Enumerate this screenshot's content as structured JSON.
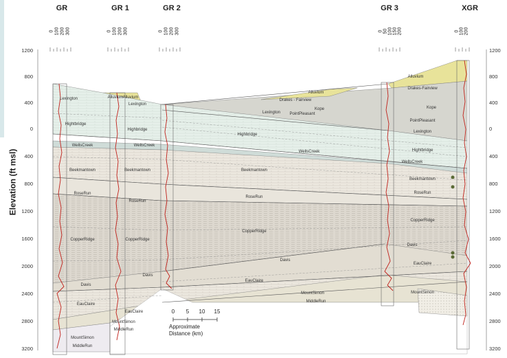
{
  "title": "",
  "y_axis": {
    "label": "Elevation (ft msl)",
    "left_ticks": [
      "1200",
      "800",
      "400",
      "0",
      "400",
      "800",
      "1200",
      "1600",
      "2000",
      "2400",
      "2800",
      "3200"
    ],
    "right_ticks": [
      "1200",
      "800",
      "400",
      "0",
      "400",
      "800",
      "1200",
      "1600",
      "2000",
      "2400",
      "2800",
      "3200"
    ]
  },
  "logs": [
    {
      "name": "GR",
      "scale": [
        "0",
        "100",
        "200",
        "300"
      ]
    },
    {
      "name": "GR 1",
      "scale": [
        "0",
        "100",
        "200",
        "300"
      ]
    },
    {
      "name": "GR 2",
      "scale": [
        "0",
        "100",
        "200",
        "300"
      ]
    },
    {
      "name": "GR 3",
      "scale": [
        "0",
        "50",
        "100",
        "150",
        "200"
      ]
    },
    {
      "name": "XGR",
      "scale": [
        "0",
        "100",
        "200"
      ]
    }
  ],
  "scale_bar": {
    "ticks": [
      "0",
      "5",
      "10",
      "15"
    ],
    "label_line1": "Approximate",
    "label_line2": "Distance (km)"
  },
  "units": {
    "lexington": "Lexington",
    "alluvium": "Alluvium",
    "alluvium_b": "Alluvium",
    "lexington_2": "Lexington",
    "lexington_3": "Lexington",
    "hightbridge_1": "Hightbridge",
    "highbridge_2": "Highbridge",
    "highbridge_3": "Highbridge",
    "wellscreek_1": "WellsCreek",
    "wellscreek_2": "WellsCreek",
    "wellscreek_3": "WellsCreek",
    "wellscreek_4": "WellsCreek",
    "beekmantown_1": "Beekmantown",
    "beekmantown_2": "Beekmantown",
    "beekmantown_3": "Beekmantown",
    "beekmantown_4": "Beekmantown",
    "roserun_1": "RoseRun",
    "roserun_2": "RoseRun",
    "roserun_3": "RoseRun",
    "roserun_4": "RoseRun",
    "copperridge_1": "CopperRidge",
    "copperridge_2": "CopperRidge",
    "copperridge_3": "CopperRidge",
    "copperridge_4": "CopperRidge",
    "davis_1": "Davis",
    "davis_2": "Davis",
    "davis_3": "Davis",
    "davis_4": "Davis",
    "eauclaire_1": "EauClaire",
    "eauclaire_2": "EauClaire",
    "eauclaire_3": "EauClaire",
    "eauclaire_4": "EauClaire",
    "mountsimon_1": "MountSimon",
    "mountsimon_2": "MountSimon",
    "mountsimon_3": "MountSimon",
    "mountsimon_4": "MountSimon",
    "middlerun_1": "MiddleRun",
    "middlerun_2": "MiddleRun",
    "middlerun_3": "MiddleRun",
    "alluvium_xgr": "Alluvium",
    "drakes_fairview": "Drakes-Fairview",
    "drakes_fairview_2": "Drakes - Fairview",
    "alluvium_top": "Alluvium",
    "kope_1": "Kope",
    "kope_2": "Kope",
    "pointpleasant_1": "PointPleasant",
    "pointpleasant_2": "PointPleasant",
    "lexington_xgr": "Lexington",
    "hightbridge_xgr": "Hightbridge"
  },
  "colors": {
    "log": "#c0211b",
    "alluvium": "#e8e39a",
    "drakes": "#d9d9d2",
    "upper": "#e4efe9",
    "knox": "#ece8df",
    "copper": "#ddd8cf",
    "mountsimon": "#e9e6d6",
    "precambrian": "#f2f0f3",
    "line": "#555555"
  }
}
